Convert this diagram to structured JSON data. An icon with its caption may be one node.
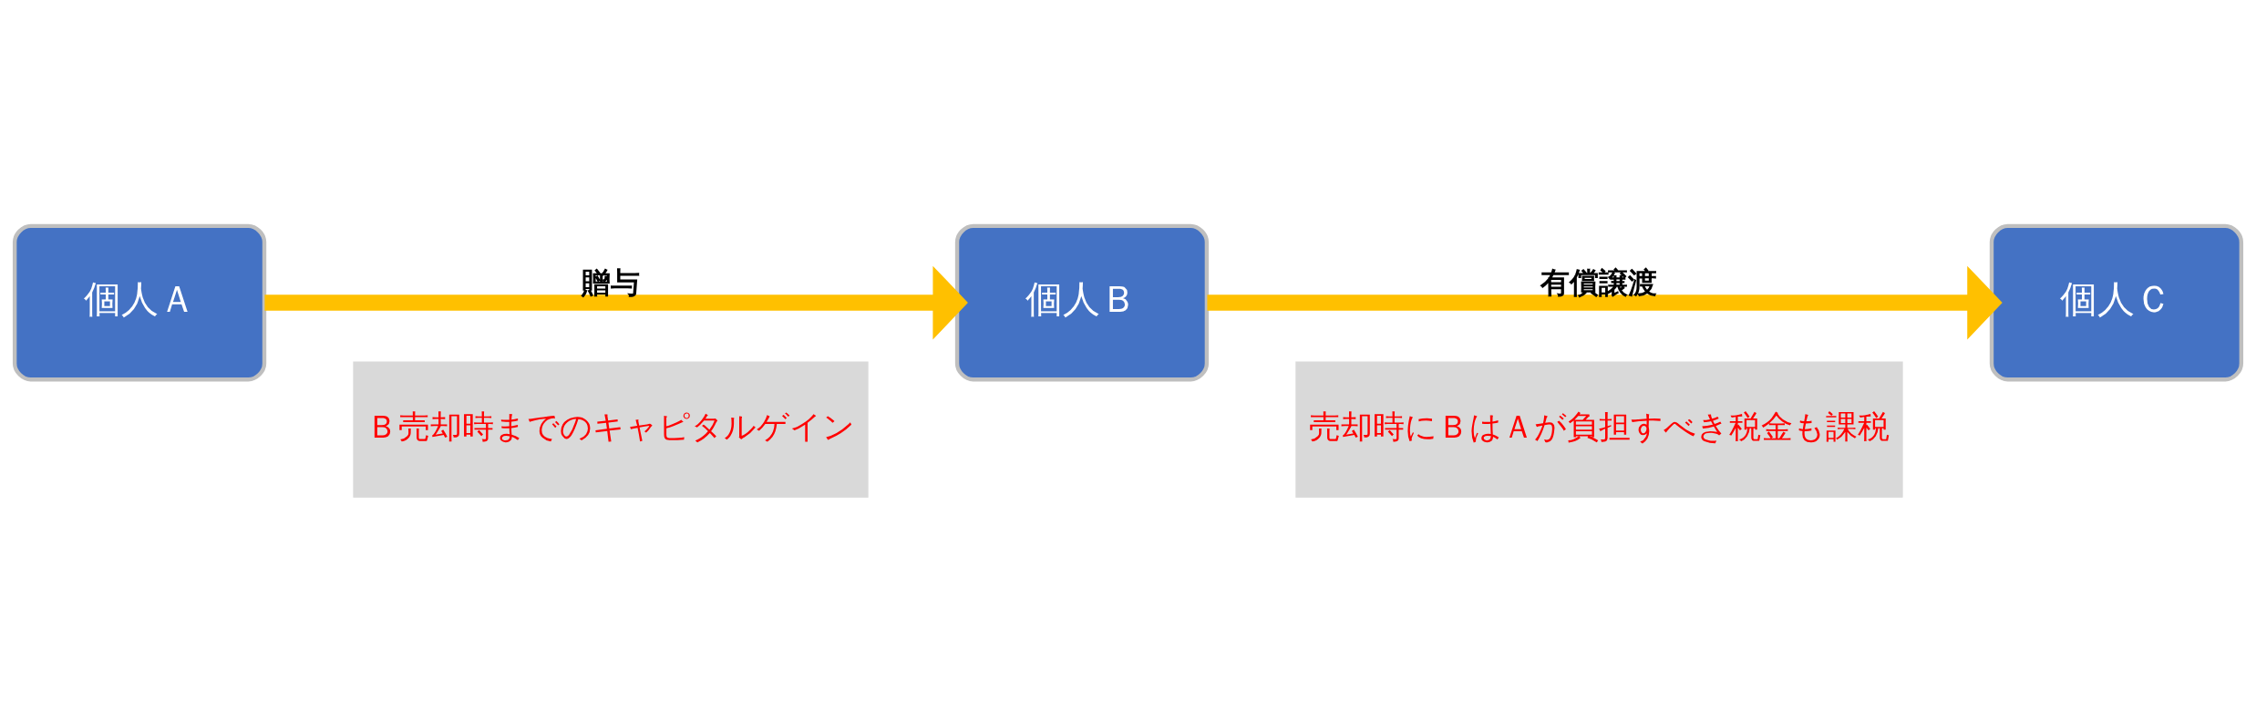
{
  "diagram": {
    "nodes": [
      {
        "text": [
          "個人Ａ"
        ]
      },
      {
        "text": [
          "個人Ｂ"
        ]
      },
      {
        "text": [
          "個人Ｃ"
        ]
      },
      {
        "text": [
          "Ｂ売却時までのキャピタルゲイン"
        ]
      },
      {
        "text": [
          "売却時にＢはＡが負担すべき税金も課税"
        ]
      }
    ],
    "edges": [
      {
        "from": 0,
        "to": 1,
        "arrow": "to",
        "label": "贈与"
      },
      {
        "from": 1,
        "to": 2,
        "arrow": "to",
        "label": "有償譲渡"
      }
    ]
  }
}
